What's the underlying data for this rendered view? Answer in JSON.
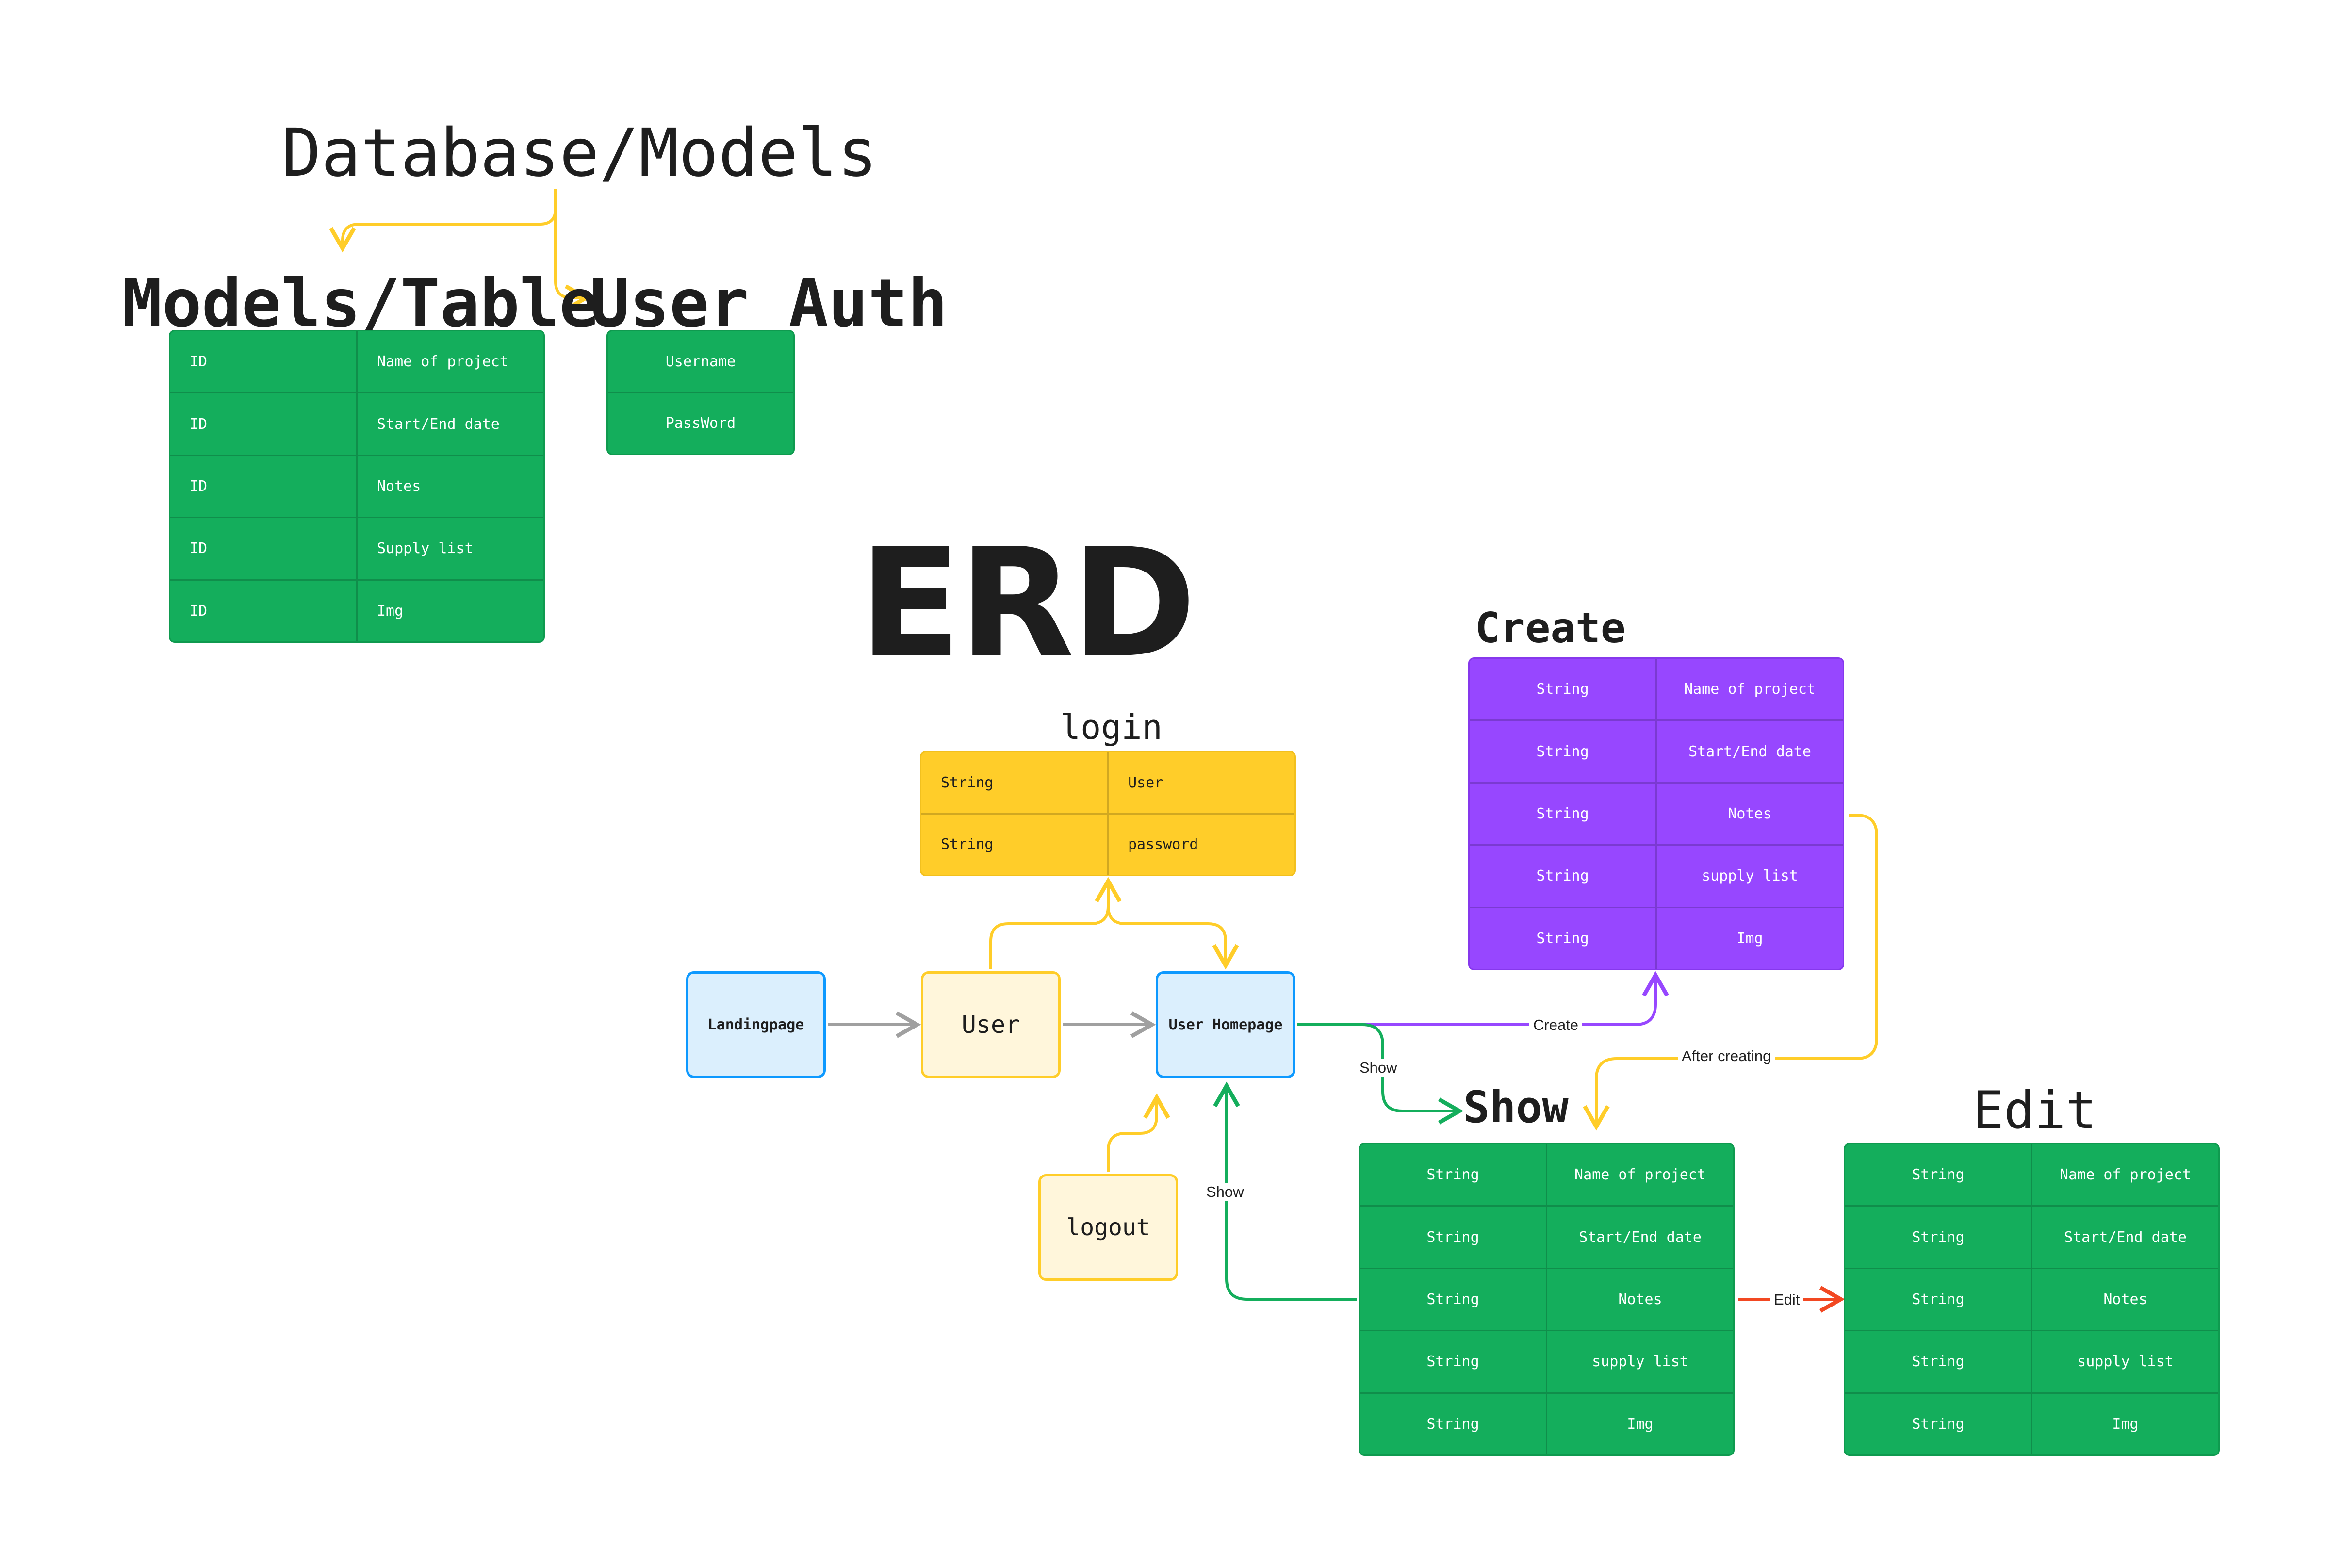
{
  "titles": {
    "database_models": "Database/Models",
    "models_table": "Models/Table",
    "user_auth": "User Auth",
    "erd": "ERD",
    "create": "Create",
    "login": "login",
    "show": "Show",
    "edit": "Edit"
  },
  "tables": {
    "models": {
      "rows": [
        [
          "ID",
          "Name of project"
        ],
        [
          "ID",
          "Start/End date"
        ],
        [
          "ID",
          "Notes"
        ],
        [
          "ID",
          "Supply list"
        ],
        [
          "ID",
          "Img"
        ]
      ]
    },
    "auth": {
      "rows": [
        [
          "Username"
        ],
        [
          "PassWord"
        ]
      ]
    },
    "create": {
      "rows": [
        [
          "String",
          "Name of project"
        ],
        [
          "String",
          "Start/End date"
        ],
        [
          "String",
          "Notes"
        ],
        [
          "String",
          "supply list"
        ],
        [
          "String",
          "Img"
        ]
      ]
    },
    "login": {
      "rows": [
        [
          "String",
          "User"
        ],
        [
          "String",
          "password"
        ]
      ]
    },
    "show": {
      "rows": [
        [
          "String",
          "Name of project"
        ],
        [
          "String",
          "Start/End date"
        ],
        [
          "String",
          "Notes"
        ],
        [
          "String",
          "supply list"
        ],
        [
          "String",
          "Img"
        ]
      ]
    },
    "edit": {
      "rows": [
        [
          "String",
          "Name of project"
        ],
        [
          "String",
          "Start/End date"
        ],
        [
          "String",
          "Notes"
        ],
        [
          "String",
          "supply list"
        ],
        [
          "String",
          "Img"
        ]
      ]
    }
  },
  "nodes": {
    "landingpage": "Landingpage",
    "user": "User",
    "user_homepage": "User Homepage",
    "logout": "logout"
  },
  "edges": {
    "create": "Create",
    "after_creating": "After creating",
    "show_to_show": "Show",
    "show_to_homepage": "Show",
    "edit": "Edit"
  },
  "colors": {
    "table_green": "#14ae5c",
    "table_purple": "#9747ff",
    "table_yellow": "#ffcd29",
    "node_blue_fill": "#dbeffd",
    "node_blue_border": "#0d99ff",
    "node_cream_fill": "#fff6db",
    "connector_gray": "#a0a0a0",
    "connector_yellow": "#ffcd29",
    "connector_green": "#14ae5c",
    "connector_purple": "#9747ff",
    "connector_red": "#f24822"
  }
}
